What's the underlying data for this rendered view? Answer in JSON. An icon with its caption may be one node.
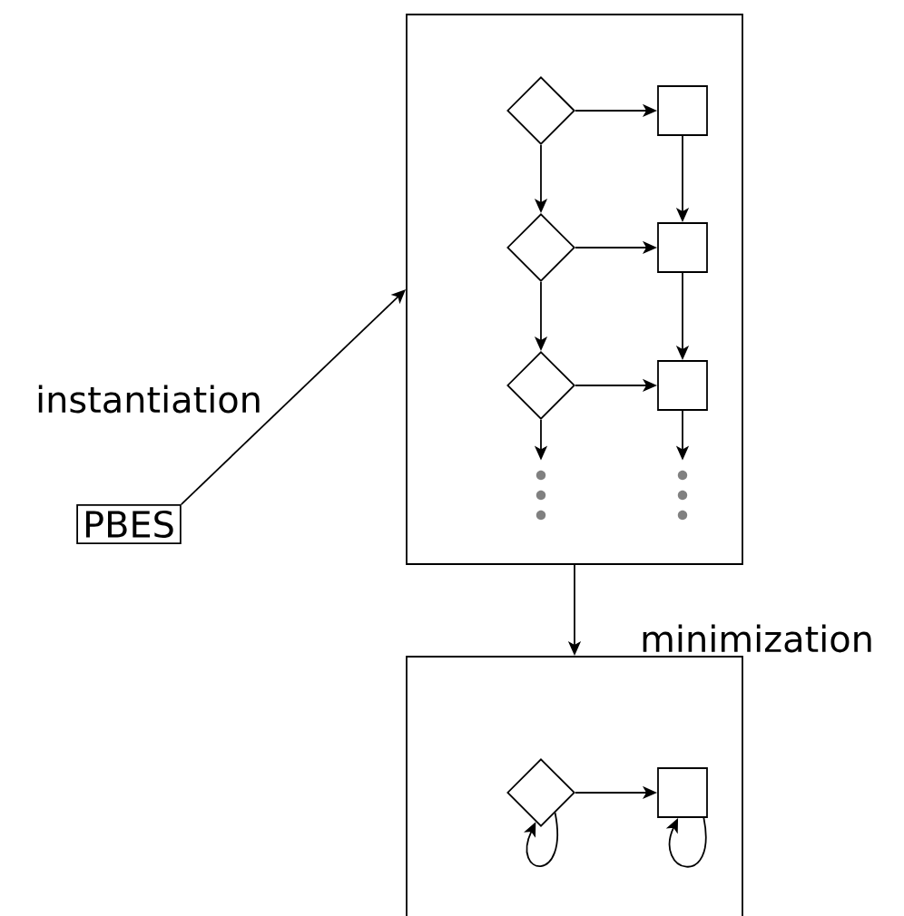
{
  "diagram": {
    "nodes": [
      {
        "text": [],
        "shape": "box"
      },
      {
        "text": [],
        "shape": "diamond",
        "in": 0
      },
      {
        "text": [],
        "shape": "box",
        "in": 0
      },
      {
        "text": [],
        "shape": "diamond",
        "in": 0
      },
      {
        "text": [],
        "shape": "box",
        "in": 0
      },
      {
        "text": [],
        "shape": "diamond",
        "in": 0
      },
      {
        "text": [],
        "shape": "box",
        "in": 0
      },
      {
        "text": [
          "PBES"
        ]
      },
      {
        "text": [],
        "shape": "box"
      },
      {
        "text": [],
        "shape": "diamond",
        "in": 8
      },
      {
        "text": [],
        "shape": "box",
        "in": 8
      },
      {
        "text": [],
        "shape": "dots",
        "in": 0
      },
      {
        "text": [],
        "shape": "dots",
        "in": 0
      }
    ],
    "edges": [
      {
        "from": 7,
        "to": 0,
        "arrow": "to",
        "label": "instantiation"
      },
      {
        "from": 1,
        "to": 2,
        "arrow": "to"
      },
      {
        "from": 1,
        "to": 3,
        "arrow": "to"
      },
      {
        "from": 2,
        "to": 4,
        "arrow": "to"
      },
      {
        "from": 3,
        "to": 4,
        "arrow": "to"
      },
      {
        "from": 3,
        "to": 5,
        "arrow": "to"
      },
      {
        "from": 4,
        "to": 6,
        "arrow": "to"
      },
      {
        "from": 5,
        "to": 6,
        "arrow": "to"
      },
      {
        "from": 5,
        "to": 11,
        "arrow": "to"
      },
      {
        "from": 6,
        "to": 12,
        "arrow": "to"
      },
      {
        "from": 0,
        "to": 8,
        "arrow": "to",
        "label": "minimization"
      },
      {
        "from": 9,
        "to": 10,
        "arrow": "to"
      },
      {
        "from": 9,
        "to": 9,
        "arrow": "to"
      },
      {
        "from": 10,
        "to": 10,
        "arrow": "to"
      }
    ]
  }
}
